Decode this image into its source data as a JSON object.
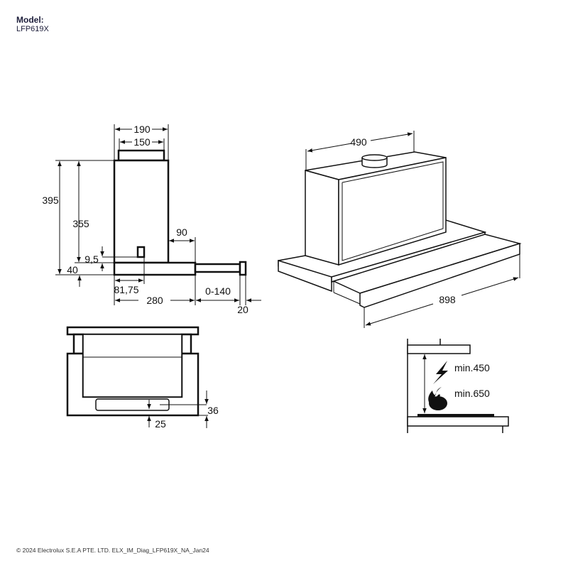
{
  "header": {
    "model_label": "Model:",
    "model_value": "LFP619X"
  },
  "side_view": {
    "w_190": "190",
    "w_150": "150",
    "h_395": "395",
    "h_355": "355",
    "d_9_5": "9,5",
    "d_40": "40",
    "d_90": "90",
    "d_81_75": "81,75",
    "d_280": "280",
    "d_0_140": "0-140",
    "d_20": "20"
  },
  "perspective_view": {
    "w_490": "490",
    "w_898": "898"
  },
  "front_view": {
    "d_36": "36",
    "d_25": "25"
  },
  "clearance_view": {
    "electric": "min.450",
    "gas": "min.650",
    "icons": [
      "lightning-icon",
      "flame-icon"
    ]
  },
  "footer": {
    "copyright": "© 2024 Electrolux S.E.A PTE. LTD. ELX_IM_Diag_LFP619X_NA_Jan24"
  }
}
